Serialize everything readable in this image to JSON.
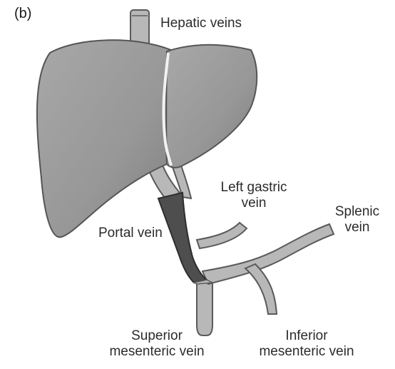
{
  "panel_label": "(b)",
  "labels": {
    "hepatic_veins": "Hepatic veins",
    "left_gastric_vein_line1": "Left gastric",
    "left_gastric_vein_line2": "vein",
    "splenic_vein_line1": "Splenic",
    "splenic_vein_line2": "vein",
    "portal_vein": "Portal vein",
    "superior_mesenteric_vein_line1": "Superior",
    "superior_mesenteric_vein_line2": "mesenteric vein",
    "inferior_mesenteric_vein_line1": "Inferior",
    "inferior_mesenteric_vein_line2": "mesenteric vein"
  },
  "colors": {
    "liver_fill": "#9a9a9a",
    "liver_stroke": "#555555",
    "vein_fill": "#b8b8b8",
    "vein_stroke": "#5a5a5a",
    "portal_fill": "#4e4e4e"
  }
}
